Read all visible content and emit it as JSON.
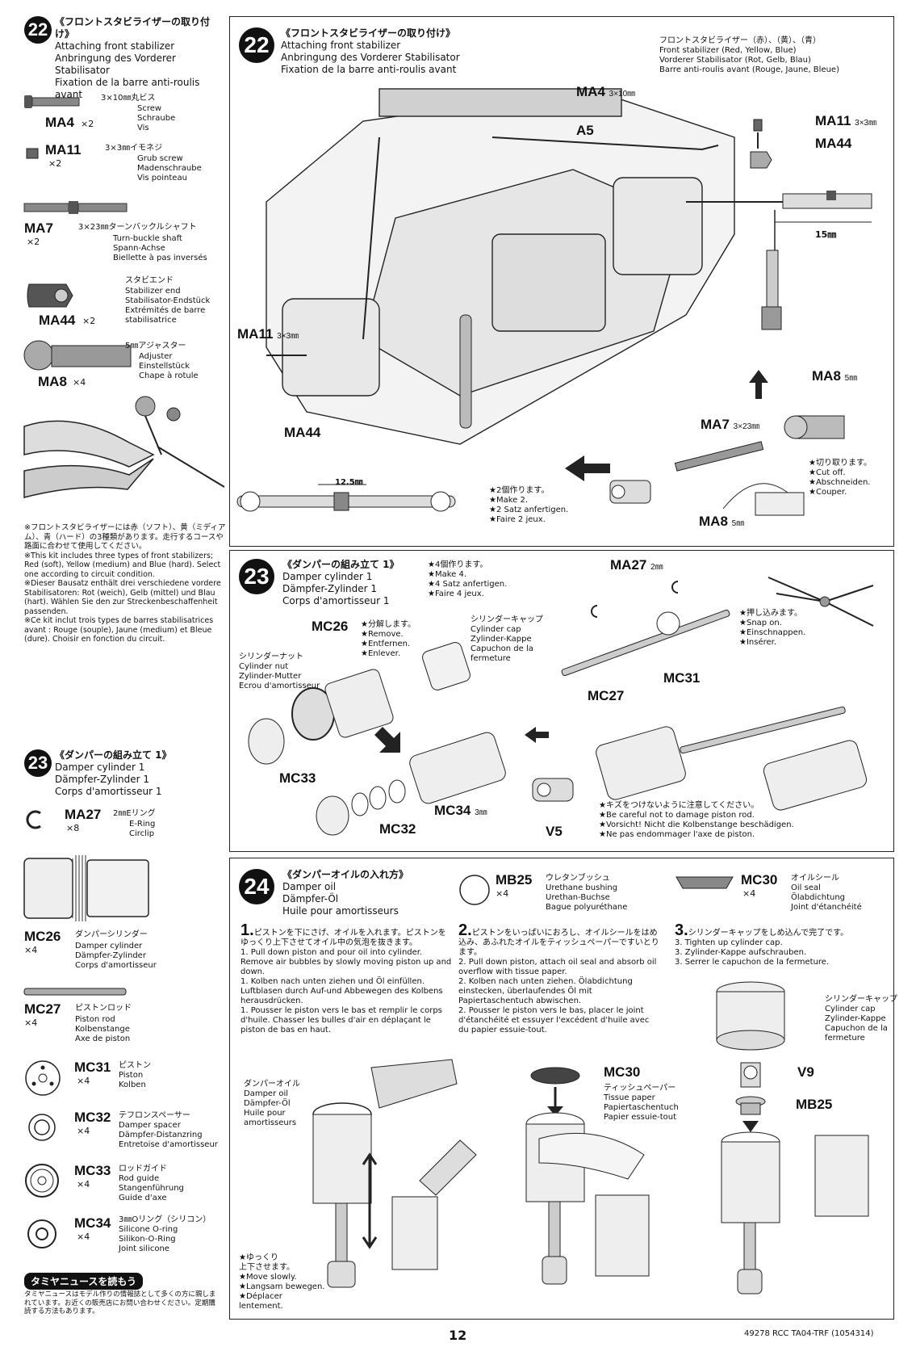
{
  "left_col": {
    "step22": {
      "num": "22",
      "title_jp": "《フロントスタビライザーの取り付け》",
      "title_en": "Attaching front stabilizer",
      "title_de": "Anbringung des Vorderer Stabilisator",
      "title_fr": "Fixation de la barre anti-roulis avant",
      "parts": [
        {
          "code": "MA4",
          "qty": "×2",
          "size": "3×10㎜丸ビス",
          "en": "Screw",
          "de": "Schraube",
          "fr": "Vis"
        },
        {
          "code": "MA11",
          "qty": "×2",
          "size": "3×3㎜イモネジ",
          "en": "Grub screw",
          "de": "Madenschraube",
          "fr": "Vis pointeau"
        },
        {
          "code": "MA7",
          "qty": "×2",
          "size": "3×23㎜ターンバックルシャフト",
          "en": "Turn-buckle shaft",
          "de": "Spann-Achse",
          "fr": "Biellette à pas inversés"
        },
        {
          "code": "MA44",
          "qty": "×2",
          "size": "スタビエンド",
          "en": "Stabilizer end",
          "de": "Stabilisator-Endstück",
          "fr": "Extrémités de barre stabilisatrice"
        },
        {
          "code": "MA8",
          "qty": "×4",
          "size": "5㎜アジャスター",
          "en": "Adjuster",
          "de": "Einstellstück",
          "fr": "Chape à rotule"
        }
      ],
      "dim": "12.5㎜",
      "note_jp": "※フロントスタビライザーには赤（ソフト）、黄（ミディアム）、青（ハード）の3種類があります。走行するコースや路面に合わせて使用してください。",
      "note_en": "※This kit includes three types of front stabilizers; Red (soft), Yellow (medium) and Blue (hard). Select one according to circuit condition.",
      "note_de": "※Dieser Bausatz enthält drei verschiedene vordere Stabilisatoren: Rot (weich), Gelb (mittel) und Blau (hart). Wählen Sie den zur Streckenbeschaffenheit passenden.",
      "note_fr": "※Ce kit inclut trois types de barres stabilisatrices avant : Rouge (souple), Jaune (medium) et Bleue (dure). Choisir en fonction du circuit."
    },
    "step23": {
      "num": "23",
      "title_jp": "《ダンパーの組み立て 1》",
      "title_en": "Damper cylinder 1",
      "title_de": "Dämpfer-Zylinder 1",
      "title_fr": "Corps d'amortisseur 1",
      "parts": [
        {
          "code": "MA27",
          "qty": "×8",
          "size": "2㎜Eリング",
          "en": "E-Ring",
          "de": "Circlip",
          "fr": ""
        },
        {
          "code": "MC26",
          "qty": "×4",
          "size": "ダンパーシリンダー",
          "en": "Damper cylinder",
          "de": "Dämpfer-Zylinder",
          "fr": "Corps d'amortisseur"
        },
        {
          "code": "MC27",
          "qty": "×4",
          "size": "ピストンロッド",
          "en": "Piston rod",
          "de": "Kolbenstange",
          "fr": "Axe de piston"
        },
        {
          "code": "MC31",
          "qty": "×4",
          "size": "ピストン",
          "en": "Piston",
          "de": "Kolben",
          "fr": ""
        },
        {
          "code": "MC32",
          "qty": "×4",
          "size": "テフロンスペーサー",
          "en": "Damper spacer",
          "de": "Dämpfer-Distanzring",
          "fr": "Entretoise d'amortisseur"
        },
        {
          "code": "MC33",
          "qty": "×4",
          "size": "ロッドガイド",
          "en": "Rod guide",
          "de": "Stangenführung",
          "fr": "Guide d'axe"
        },
        {
          "code": "MC34",
          "qty": "×4",
          "size": "3㎜Oリング（シリコン）",
          "en": "Silicone O-ring",
          "de": "Silikon-O-Ring",
          "fr": "Joint silicone"
        }
      ]
    },
    "news": {
      "badge": "タミヤニュースを読もう",
      "text": "タミヤニュースはモデル作りの情報誌として多くの方に親しまれています。お近くの販売店にお問い合わせください。定期購読する方法もあります。"
    }
  },
  "panel22": {
    "num": "22",
    "title_jp": "《フロントスタビライザーの取り付け》",
    "title_en": "Attaching front stabilizer",
    "title_de": "Anbringung des Vorderer Stabilisator",
    "title_fr": "Fixation de la barre anti-roulis avant",
    "stab_jp": "フロントスタビライザー（赤）、（黄）、（青）",
    "stab_en": "Front stabilizer (Red, Yellow, Blue)",
    "stab_de": "Vorderer Stabilisator (Rot, Gelb, Blau)",
    "stab_fr": "Barre anti-roulis avant (Rouge, Jaune, Bleue)",
    "labels": {
      "ma4": "MA4",
      "ma4_size": "3×10㎜",
      "a5": "A5",
      "ma11_r": "MA11",
      "ma11_r_size": "3×3㎜",
      "ma44_r": "MA44",
      "dim15": "15㎜",
      "ma11_l": "MA11",
      "ma11_l_size": "3×3㎜",
      "ma44_l": "MA44",
      "ma8_top": "MA8",
      "ma8_top_size": "5㎜",
      "ma7": "MA7",
      "ma7_size": "3×23㎜",
      "ma8_bot": "MA8",
      "ma8_bot_size": "5㎜"
    },
    "make2": [
      "★2個作ります。",
      "★Make 2.",
      "★2 Satz anfertigen.",
      "★Faire 2 jeux."
    ],
    "cut": [
      "★切り取ります。",
      "★Cut off.",
      "★Abschneiden.",
      "★Couper."
    ]
  },
  "panel23": {
    "num": "23",
    "title_jp": "《ダンパーの組み立て 1》",
    "title_en": "Damper cylinder 1",
    "title_de": "Dämpfer-Zylinder 1",
    "title_fr": "Corps d'amortisseur 1",
    "make4": [
      "★4個作ります。",
      "★Make 4.",
      "★4 Satz anfertigen.",
      "★Faire 4 jeux."
    ],
    "mc26": "MC26",
    "disassemble": [
      "★分解します。",
      "★Remove.",
      "★Entfernen.",
      "★Enlever."
    ],
    "cap": [
      "シリンダーキャップ",
      "Cylinder cap",
      "Zylinder-Kappe",
      "Capuchon de la fermeture"
    ],
    "nut": [
      "シリンダーナット",
      "Cylinder nut",
      "Zylinder-Mutter",
      "Ecrou d'amortisseur"
    ],
    "ma27": "MA27",
    "ma27_size": "2㎜",
    "mc27": "MC27",
    "mc31": "MC31",
    "snap": [
      "★押し込みます。",
      "★Snap on.",
      "★Einschnappen.",
      "★Insérer."
    ],
    "mc33": "MC33",
    "mc32": "MC32",
    "mc34": "MC34",
    "mc34_size": "3㎜",
    "v5": "V5",
    "careful": [
      "★キズをつけないように注意してください。",
      "★Be careful not to damage piston rod.",
      "★Vorsicht! Nicht die Kolbenstange beschädigen.",
      "★Ne pas endommager l'axe de piston."
    ]
  },
  "panel24": {
    "num": "24",
    "title_jp": "《ダンパーオイルの入れ方》",
    "title_en": "Damper oil",
    "title_de": "Dämpfer-Öl",
    "title_fr": "Huile pour amortisseurs",
    "mb25": {
      "code": "MB25",
      "qty": "×4",
      "jp": "ウレタンブッシュ",
      "en": "Urethane bushing",
      "de": "Urethan-Buchse",
      "fr": "Bague polyuréthane"
    },
    "mc30": {
      "code": "MC30",
      "qty": "×4",
      "jp": "オイルシール",
      "en": "Oil seal",
      "de": "Ölabdichtung",
      "fr": "Joint d'étanchéité"
    },
    "step1": {
      "num": "1.",
      "jp": "ピストンを下にさげ、オイルを入れます。ピストンをゆっくり上下させてオイル中の気泡を抜きます。",
      "en": "1. Pull down piston and pour oil into cylinder. Remove air bubbles by slowly moving piston up and down.",
      "de": "1. Kolben nach unten ziehen und Öl einfüllen. Luftblasen durch Auf-und Abbewegen des Kolbens herausdrücken.",
      "fr": "1. Pousser le piston vers le bas et remplir le corps d'huile. Chasser les bulles d'air en déplaçant le piston de bas en haut."
    },
    "step2": {
      "num": "2.",
      "jp": "ピストンをいっぱいにおろし、オイルシールをはめ込み、あふれたオイルをティッシュペーパーですいとります。",
      "en": "2. Pull down piston, attach oil seal and absorb oil overflow with tissue paper.",
      "de": "2. Kolben nach unten ziehen. Ölabdichtung einstecken, überlaufendes Öl mit Papiertaschentuch abwischen.",
      "fr": "2. Pousser le piston vers le bas, placer le joint d'étanchéité et essuyer l'excédent d'huile avec du papier essuie-tout."
    },
    "step3": {
      "num": "3.",
      "jp": "シリンダーキャップをしめ込んで完了です。",
      "en": "3. Tighten up cylinder cap.",
      "de": "3. Zylinder-Kappe aufschrauben.",
      "fr": "3. Serrer le capuchon de la fermeture."
    },
    "oil": [
      "ダンパーオイル",
      "Damper oil",
      "Dämpfer-Öl",
      "Huile pour amortisseurs"
    ],
    "mc30_label": "MC30",
    "tissue": [
      "ティッシュペーパー",
      "Tissue paper",
      "Papiertaschentuch",
      "Papier essuie-tout"
    ],
    "cap": [
      "シリンダーキャップ",
      "Cylinder cap",
      "Zylinder-Kappe",
      "Capuchon de la fermeture"
    ],
    "v9": "V9",
    "mb25_label": "MB25",
    "slow": [
      "★ゆっくり",
      "上下させます。",
      "★Move slowly.",
      "★Langsam bewegen.",
      "★Déplacer lentement."
    ]
  },
  "footer": {
    "page": "12",
    "code": "49278 RCC TA04-TRF (1054314)"
  }
}
